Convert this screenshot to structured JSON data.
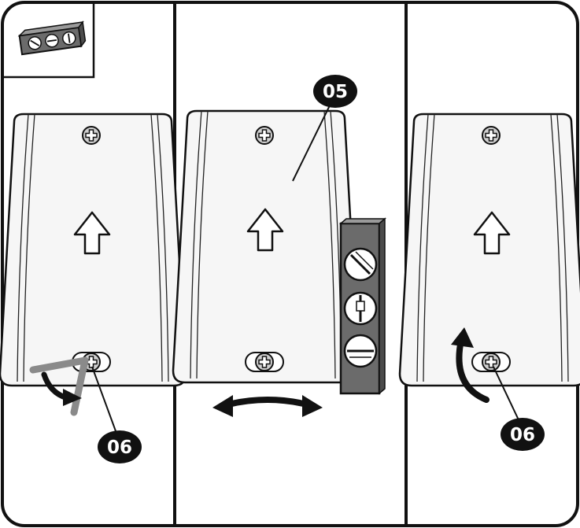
{
  "panels": [
    {
      "id": "panel-1",
      "step": "tilt-and-tighten-lower-screw",
      "callout": "06"
    },
    {
      "id": "panel-2",
      "step": "level-and-adjust-position",
      "callout": "05"
    },
    {
      "id": "panel-3",
      "step": "final-tighten-lower-screw",
      "callout": "06"
    }
  ],
  "callouts": {
    "bracket": "05",
    "screw": "06"
  },
  "icons": {
    "level-inset": "spirit-level-icon",
    "level-large": "spirit-level-icon",
    "bracket": "mounting-bracket",
    "up-arrow": "up-arrow-icon",
    "screw": "phillips-screw-icon",
    "hex-key": "hex-key-icon",
    "rotate": "rotate-arrow-icon",
    "double-arrow": "left-right-arrow-icon"
  },
  "colors": {
    "outline": "#111111",
    "bracket_fill": "#f6f6f6",
    "screw_fill": "#cfcfcf",
    "level_fill": "#6b6b6b",
    "hex_key": "#8a8a8a",
    "callout_fill": "#111111",
    "callout_text": "#ffffff"
  }
}
